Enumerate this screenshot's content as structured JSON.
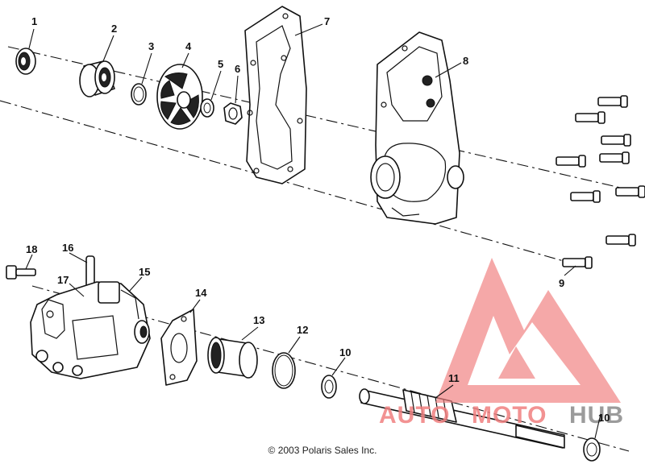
{
  "callouts": {
    "c1": "1",
    "c2": "2",
    "c3": "3",
    "c4": "4",
    "c5": "5",
    "c6": "6",
    "c7": "7",
    "c8": "8",
    "c9": "9",
    "c10a": "10",
    "c10b": "10",
    "c11": "11",
    "c12": "12",
    "c13": "13",
    "c14": "14",
    "c15": "15",
    "c16": "16",
    "c17": "17",
    "c18": "18"
  },
  "copyright": "© 2003 Polaris Sales Inc.",
  "watermark": {
    "auto": "AUTO",
    "moto": "MOTO",
    "hub": "HUB",
    "colors": {
      "accent": "#f08080",
      "dark": "#8a8a8a"
    }
  }
}
